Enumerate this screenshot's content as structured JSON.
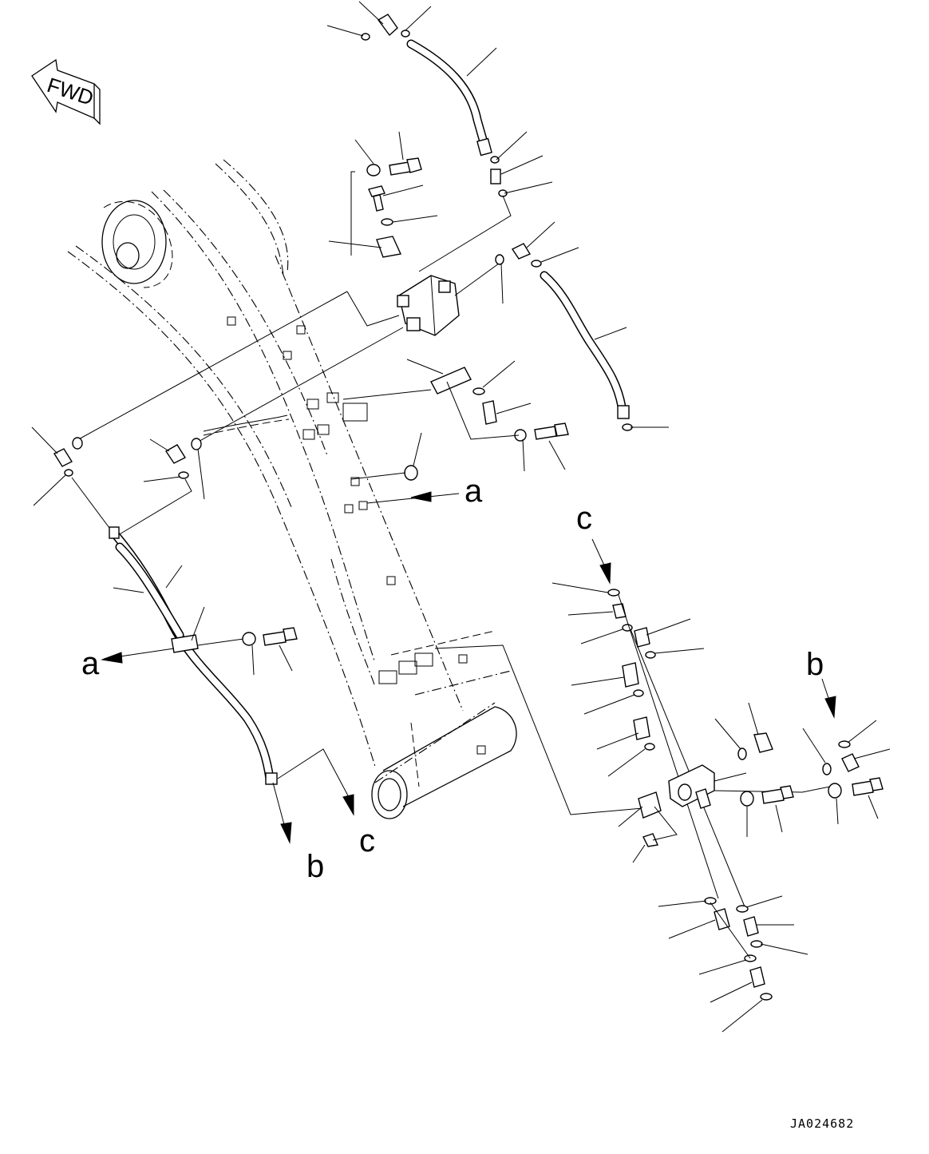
{
  "diagram": {
    "direction_badge": "FWD",
    "drawing_code": "JA024682",
    "callouts": {
      "a_left": "a",
      "a_right": "a",
      "b_left": "b",
      "b_right": "b",
      "c_left": "c",
      "c_right": "c"
    }
  }
}
